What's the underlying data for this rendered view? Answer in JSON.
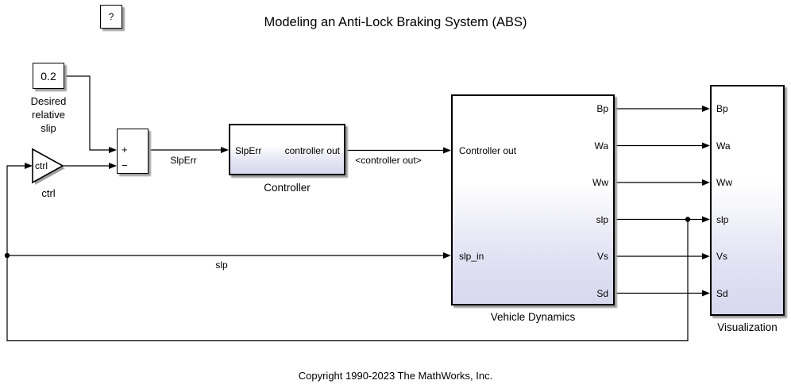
{
  "title": "Modeling an Anti-Lock Braking System (ABS)",
  "copyright": "Copyright 1990-2023 The MathWorks, Inc.",
  "blocks": {
    "help": {
      "label": "?"
    },
    "desired_slip": {
      "value": "0.2",
      "label": "Desired\nrelative\nslip"
    },
    "gain": {
      "text": "ctrl",
      "label": "ctrl"
    },
    "sum": {
      "plus": "+",
      "minus": "−"
    },
    "controller": {
      "label": "Controller",
      "input": "SlpErr",
      "output": "controller out"
    },
    "vehicle_dynamics": {
      "label": "Vehicle Dynamics",
      "inputs": [
        "Controller out",
        "slp_in"
      ],
      "outputs": [
        "Bp",
        "Wa",
        "Ww",
        "slp",
        "Vs",
        "Sd"
      ]
    },
    "visualization": {
      "label": "Visualization",
      "inputs": [
        "Bp",
        "Wa",
        "Ww",
        "slp",
        "Vs",
        "Sd"
      ]
    }
  },
  "wire_labels": {
    "slperr": "SlpErr",
    "controller_out": "<controller out>",
    "slp": "slp"
  },
  "colors": {
    "wire": "#000000",
    "block_border": "#000000",
    "block_fill_bottom": "#d7d7ee",
    "shadow": "#9e9e9e",
    "background": "#ffffff"
  }
}
